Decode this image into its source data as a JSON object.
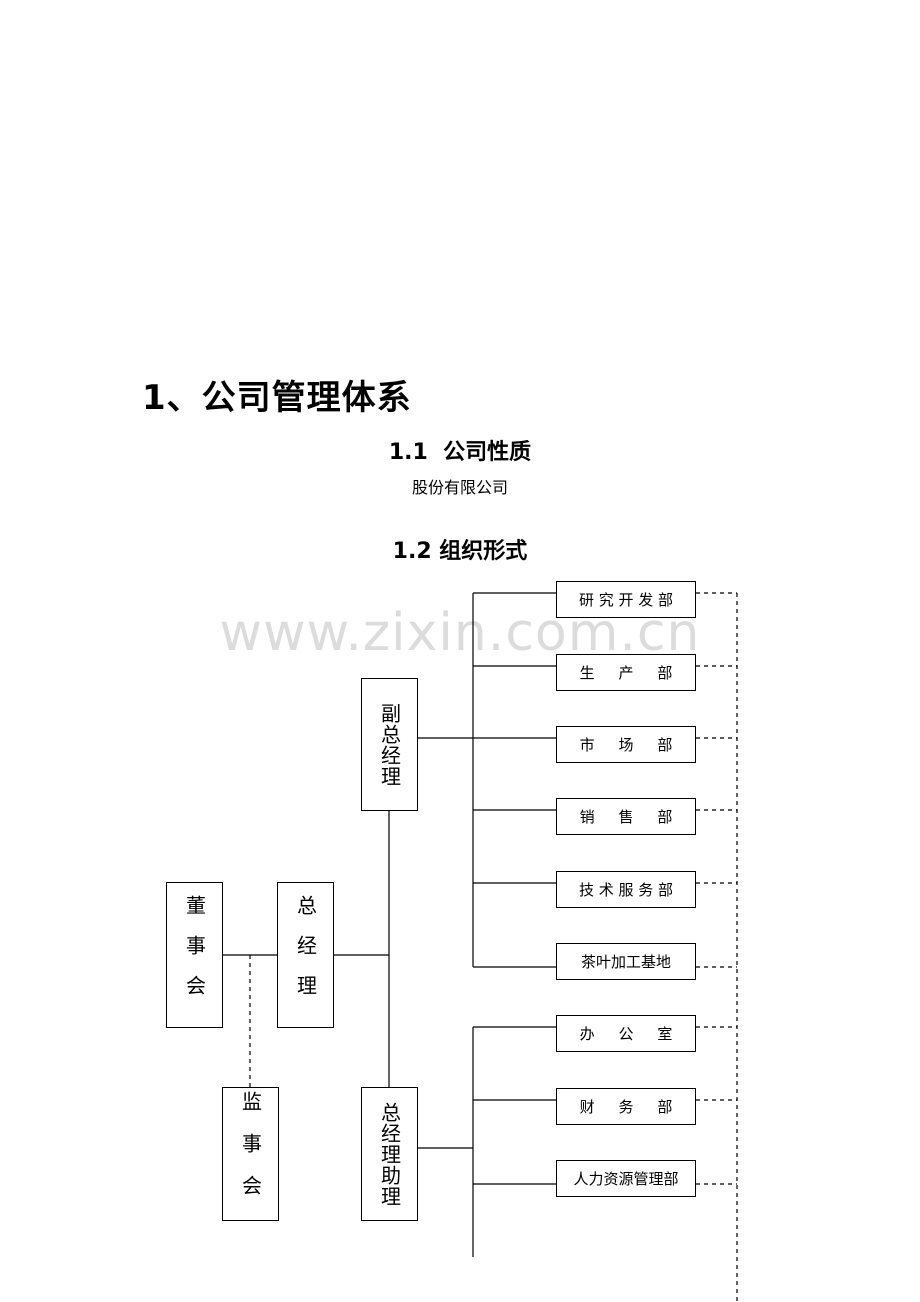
{
  "heading": "1、公司管理体系",
  "section_nature": {
    "title": "1.1  公司性质",
    "text": "股份有限公司"
  },
  "section_org": {
    "title": "1.2 组织形式"
  },
  "watermark": "www.zixin.com.cn",
  "org_chart": {
    "board": "董事会",
    "general_manager": "总经理",
    "supervisors": "监事会",
    "deputy_gm": "副总经理",
    "gm_assistant": "总经理助理",
    "deputy_departments": [
      "研 究 开 发 部",
      "生     产     部",
      "市     场     部",
      "销     售     部",
      "技 术 服 务 部",
      "茶叶加工基地"
    ],
    "assistant_departments": [
      "办     公     室",
      "财     务     部",
      "人力资源管理部"
    ]
  }
}
